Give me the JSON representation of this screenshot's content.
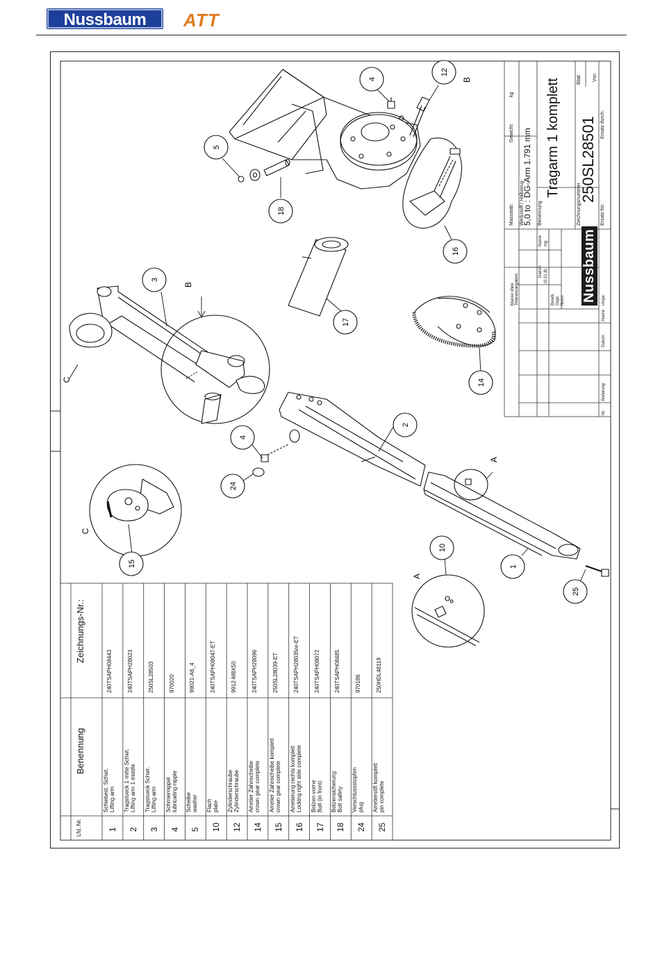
{
  "header": {
    "logo_main": "Nussbaum",
    "logo_secondary": "ATT"
  },
  "title_block": {
    "gewicht_label": "Gewicht:",
    "gewicht_unit": "kg",
    "massstab_label": "Massstab:",
    "werkstoff_label": "Werkstoff / Halbzeug",
    "werkstoff_value": "5,0 to  :  DG-Arm  1.791 mm",
    "benennung_label": "Benennung",
    "title": "Tragarm 1 komplett",
    "zeichnungsnummer_label": "Zeichnungsnummer",
    "drawing_number": "250SL28501",
    "blatt_label": "Blatt",
    "von_label": "Von",
    "ersatz_fuer_label": "Ersatz für:",
    "ersatz_durch_label": "Ersatz durch:",
    "masse_label": "Masse ohne\nToleranzangaben",
    "datum_label": "Datum",
    "name_label": "Name",
    "bearb_label": "Bearb.",
    "gepr_label": "Gepr.",
    "norm_label": "Norm",
    "bearb_date": "(0.01.8)",
    "bearb_name": "mg",
    "logo_in_block": "Nussbaum",
    "aend_nr": "Nr.",
    "aend_aenderung": "Änderung",
    "aend_datum": "Datum",
    "aend_name": "Name",
    "aend_urspr": "Urspr."
  },
  "parts_table": {
    "header_nr": "Lfd. Nr.",
    "header_benennung": "Benennung",
    "header_zeichnung": "Zeichnungs-Nr.:",
    "rows": [
      {
        "nr": "1",
        "de": "Schiebest. Schwt.",
        "en": "Lifting arm",
        "dwg": "240TSAPH08443"
      },
      {
        "nr": "2",
        "de": "Tragstueck 1 mitte Schwt.",
        "en": "Lifting arm 1 middle",
        "dwg": "240TSAPH28023"
      },
      {
        "nr": "3",
        "de": "Tragstueck Schwt.",
        "en": "Lifting arm",
        "dwg": "250SL28503"
      },
      {
        "nr": "4",
        "de": "Schmiernippel",
        "en": "lubricating nipple",
        "dwg": "970020"
      },
      {
        "nr": "5",
        "de": "Scheibe",
        "en": "washer",
        "dwg": "99021-A6_4"
      },
      {
        "nr": "10",
        "de": "Flach",
        "en": "plate",
        "dwg": "240TSAPH08047-ET"
      },
      {
        "nr": "12",
        "de": "Zylinderschraube",
        "en": "Zylinderschraube",
        "dwg": "9912-M8X50"
      },
      {
        "nr": "14",
        "de": "Arretier Zahnscheibe",
        "en": "crown gear complete",
        "dwg": "240TSAPH28096"
      },
      {
        "nr": "15",
        "de": "Arretier Zahnscheibe komplett",
        "en": "crown gear complete",
        "dwg": "250SL28039-ET"
      },
      {
        "nr": "16",
        "de": "Arretierung rechts komplett",
        "en": "Locking right side complete",
        "dwg": "240TSAPH28035re-ET"
      },
      {
        "nr": "17",
        "de": "Bolzen vorne",
        "en": "Bolt (in front)",
        "dwg": "240TSAPH08072"
      },
      {
        "nr": "18",
        "de": "Bolzensicherung",
        "en": "Bolt safety",
        "dwg": "240TSAPH08485"
      },
      {
        "nr": "24",
        "de": "Verschlussstopfen",
        "en": "plug",
        "dwg": "970186"
      },
      {
        "nr": "25",
        "de": "Arretierstift komplett",
        "en": "pin complete",
        "dwg": "250HDL48119"
      }
    ]
  },
  "drawing": {
    "balloons": [
      "4",
      "12",
      "5",
      "18",
      "16",
      "3",
      "17",
      "14",
      "2",
      "4",
      "24",
      "15",
      "10",
      "1",
      "25"
    ],
    "view_letters": [
      "B",
      "B",
      "C",
      "C",
      "A",
      "A"
    ]
  }
}
